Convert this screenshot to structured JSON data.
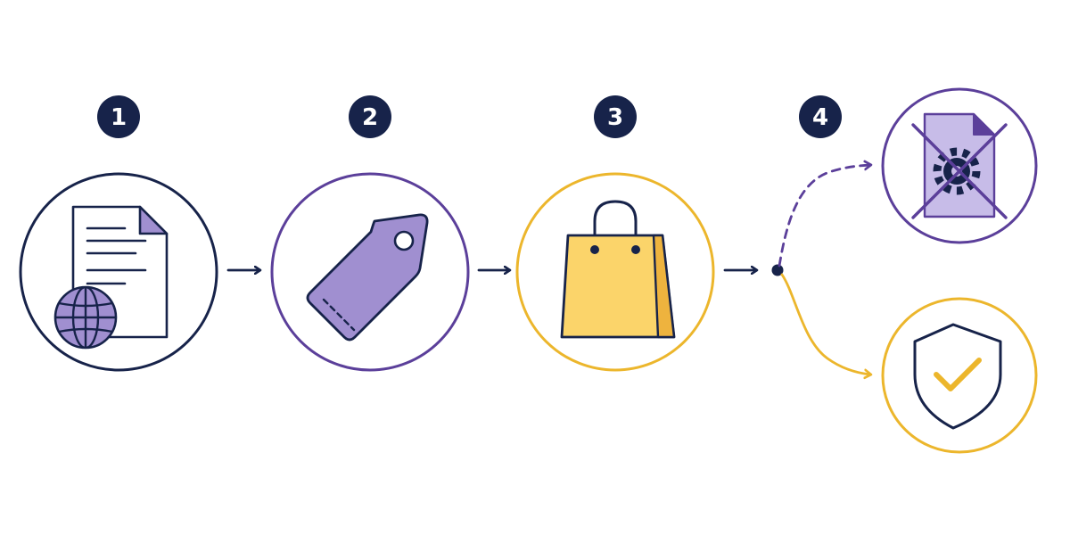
{
  "steps": [
    {
      "number": "1",
      "icon": "web-document-icon"
    },
    {
      "number": "2",
      "icon": "price-tag-icon"
    },
    {
      "number": "3",
      "icon": "shopping-bag-icon"
    },
    {
      "number": "4",
      "icon": "branch-point-icon"
    }
  ],
  "outcomes": [
    {
      "icon": "blocked-settings-file-icon",
      "path_style": "dashed",
      "color": "#5b3f9a"
    },
    {
      "icon": "shield-check-icon",
      "path_style": "solid",
      "color": "#ecb62c"
    }
  ],
  "colors": {
    "navy": "#17234a",
    "purple": "#5b3f9a",
    "lavender": "#a08fd0",
    "gold": "#ecb62c",
    "bag_fill": "#fbd46a",
    "bag_shade": "#eeb33e",
    "badge": "#17234a"
  }
}
